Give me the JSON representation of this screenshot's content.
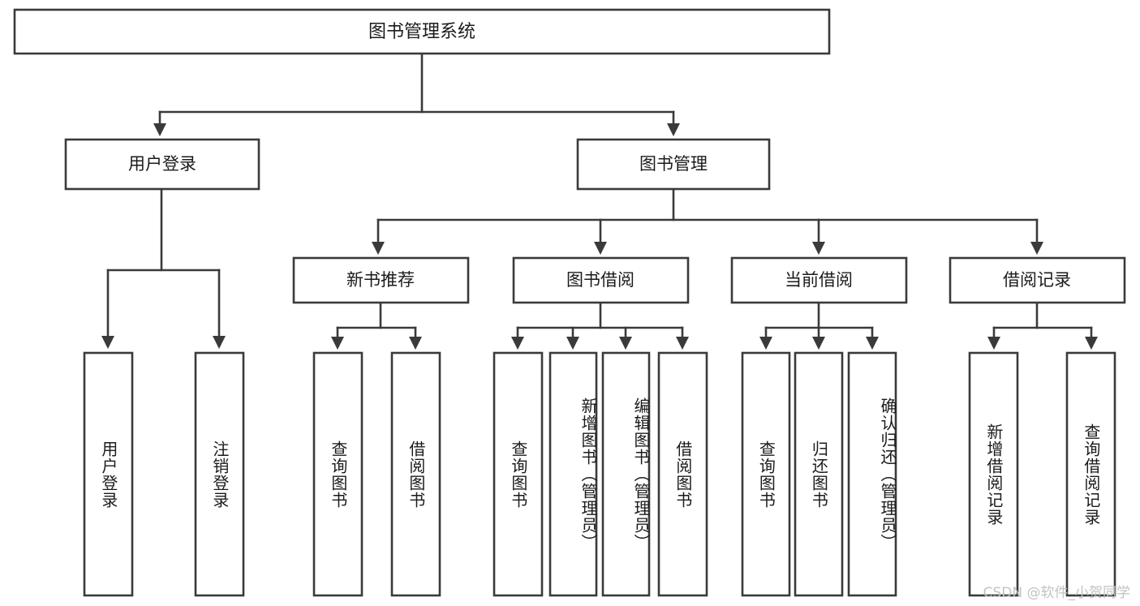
{
  "diagram": {
    "title": "图书管理系统",
    "watermark": "CSDN @软件_小贺同学",
    "type": "tree-hierarchy",
    "accent_color": "#3a3a3a",
    "background_color": "#ffffff",
    "levels": 4,
    "nodes": {
      "root": {
        "label": "图书管理系统",
        "level": 0
      },
      "l1": [
        {
          "label": "用户登录",
          "level": 1
        },
        {
          "label": "图书管理",
          "level": 1
        }
      ],
      "l2": [
        {
          "label": "新书推荐",
          "level": 2,
          "parent": "图书管理"
        },
        {
          "label": "图书借阅",
          "level": 2,
          "parent": "图书管理"
        },
        {
          "label": "当前借阅",
          "level": 2,
          "parent": "图书管理"
        },
        {
          "label": "借阅记录",
          "level": 2,
          "parent": "图书管理"
        }
      ],
      "leaves": {
        "user_login": [
          {
            "label": "用户登录"
          },
          {
            "label": "注销登录"
          }
        ],
        "new_book": [
          {
            "label": "查询图书"
          },
          {
            "label": "借阅图书"
          }
        ],
        "book_borrow": [
          {
            "label": "查询图书"
          },
          {
            "label": "新增图书（管理员）"
          },
          {
            "label": "编辑图书（管理员）"
          },
          {
            "label": "借阅图书"
          }
        ],
        "current_borrow": [
          {
            "label": "查询图书"
          },
          {
            "label": "归还图书"
          },
          {
            "label": "确认归还（管理员）"
          }
        ],
        "borrow_record": [
          {
            "label": "新增借阅记录"
          },
          {
            "label": "查询借阅记录"
          }
        ]
      }
    }
  }
}
